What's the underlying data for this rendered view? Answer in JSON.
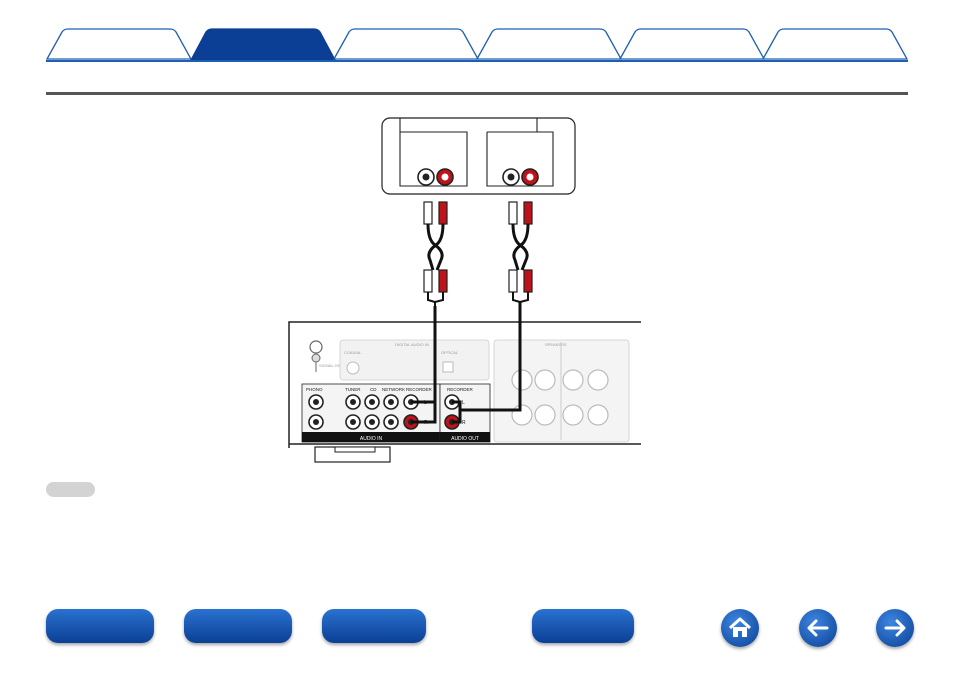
{
  "tabs": [
    {
      "label": "",
      "active": false
    },
    {
      "label": "",
      "active": true
    },
    {
      "label": "",
      "active": false
    },
    {
      "label": "",
      "active": false
    },
    {
      "label": "",
      "active": false
    },
    {
      "label": "",
      "active": false
    }
  ],
  "diagram": {
    "receiver_labels": {
      "phono": "PHONO",
      "tuner": "TUNER",
      "cd": "CD",
      "network": "NETWORK",
      "recorder_in": "RECORDER",
      "recorder_out": "RECORDER",
      "audio_in": "AUDIO IN",
      "audio_out": "AUDIO OUT",
      "digital_audio_in": "DIGITAL AUDIO IN",
      "coaxial": "COAXIAL",
      "optical": "OPTICAL",
      "signal_gnd": "SIGNAL GND",
      "speakers": "SPEAKERS",
      "ch_l": "L",
      "ch_r": "R"
    }
  },
  "note": {
    "label": ""
  },
  "bottom_nav": [
    {
      "label": ""
    },
    {
      "label": ""
    },
    {
      "label": ""
    },
    {
      "label": ""
    }
  ],
  "icons": {
    "home": "home-icon",
    "back": "arrow-left-icon",
    "forward": "arrow-right-icon"
  },
  "colors": {
    "accent": "#0b3f95",
    "tab_inactive_stroke": "#1f5fb3",
    "plug_red": "#c0121b"
  }
}
